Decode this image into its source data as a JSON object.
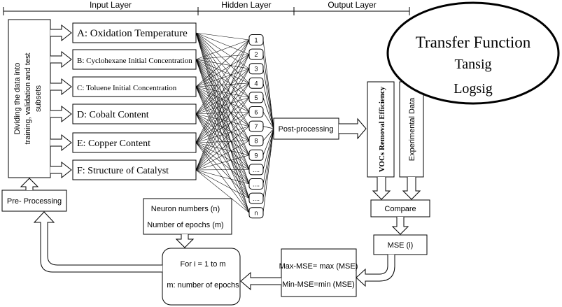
{
  "layers": {
    "input": "Input Layer",
    "hidden": "Hidden Layer",
    "output": "Output Layer"
  },
  "split_label_lines": [
    "Dividing the data into",
    "training, validation and test",
    "subsets"
  ],
  "inputs": [
    {
      "label": "A: Oxidation Temperature",
      "font": "serif",
      "size": 15
    },
    {
      "label": "B: Cyclohexane Initial Concentration",
      "font": "serif",
      "size": 11
    },
    {
      "label": "C: Toluene Initial Concentration",
      "font": "serif",
      "size": 11
    },
    {
      "label": "D: Cobalt Content",
      "font": "serif",
      "size": 14
    },
    {
      "label": "E: Copper Content",
      "font": "serif",
      "size": 14
    },
    {
      "label": "F: Structure of Catalyst",
      "font": "serif",
      "size": 14
    }
  ],
  "hidden_nodes": [
    "1",
    "2",
    "3",
    "4",
    "5",
    "6",
    "7",
    "8",
    "9",
    "....",
    "....",
    "....",
    "n"
  ],
  "post_processing": "Post-processing",
  "vocs": "VOCs Removal Efficiency",
  "experimental": "Experimental Data",
  "compare": "Compare",
  "mse": "MSE (i)",
  "max_mse": "Max-MSE= max (MSE)",
  "min_mse": "Min-MSE=min (MSE)",
  "loop_line1": "For i = 1 to m",
  "loop_line2": "m: number of epochs",
  "neuron_numbers": "Neuron numbers (n)",
  "epochs": "Number of epochs (m)",
  "pre_processing": "Pre- Processing",
  "transfer": {
    "title": "Transfer Function",
    "f1": "Tansig",
    "f2": "Logsig"
  }
}
